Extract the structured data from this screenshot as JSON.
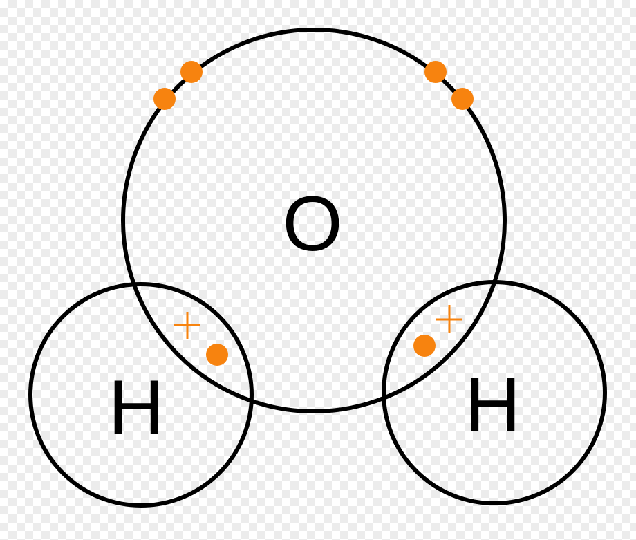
{
  "atoms": {
    "oxygen": {
      "symbol": "O"
    },
    "hydrogen_left": {
      "symbol": "H"
    },
    "hydrogen_right": {
      "symbol": "H"
    }
  },
  "colors": {
    "shell": "#000000",
    "label": "#000000",
    "electron": "#f7830f",
    "plus": "#f7830f"
  }
}
